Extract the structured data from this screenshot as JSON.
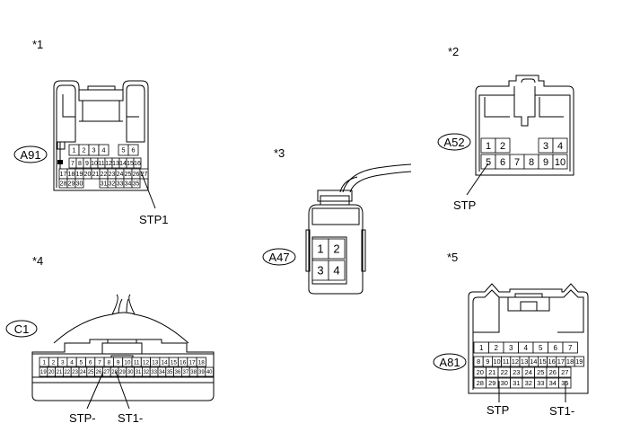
{
  "markers": [
    "*1",
    "*2",
    "*3",
    "*4",
    "*5"
  ],
  "connectors": [
    {
      "id": "A91",
      "signals": [
        "STP1"
      ]
    },
    {
      "id": "A52",
      "signals": [
        "STP"
      ]
    },
    {
      "id": "A47",
      "signals": []
    },
    {
      "id": "C1",
      "signals": [
        "STP-",
        "ST1-"
      ]
    },
    {
      "id": "A81",
      "signals": [
        "STP",
        "ST1-"
      ]
    }
  ],
  "pins": {
    "A91": [
      [
        "1",
        "2",
        "3",
        "4",
        "",
        "5",
        "6"
      ],
      [
        "7",
        "8",
        "9",
        "10",
        "11",
        "12",
        "13",
        "14",
        "15",
        "16"
      ],
      [
        "17",
        "18",
        "19",
        "20",
        "21",
        "22",
        "23",
        "24",
        "25",
        "26",
        "27"
      ],
      [
        "28",
        "29",
        "30",
        "",
        "",
        "31",
        "32",
        "33",
        "34",
        "35"
      ]
    ],
    "A52": [
      [
        "1",
        "2",
        "",
        "",
        "3",
        "4"
      ],
      [
        "5",
        "6",
        "7",
        "8",
        "9",
        "10"
      ]
    ],
    "A47": [
      [
        "1",
        "2"
      ],
      [
        "3",
        "4"
      ]
    ],
    "C1": [
      [
        "1",
        "2",
        "3",
        "4",
        "5",
        "6",
        "7",
        "8",
        "9",
        "10",
        "11",
        "12",
        "13",
        "14",
        "15",
        "16",
        "17",
        "18"
      ],
      [
        "19",
        "20",
        "21",
        "22",
        "23",
        "24",
        "25",
        "26",
        "27",
        "28",
        "29",
        "30",
        "31",
        "32",
        "33",
        "34",
        "35",
        "36",
        "37",
        "38",
        "39",
        "40"
      ]
    ],
    "A81": [
      [
        "1",
        "2",
        "3",
        "4",
        "5",
        "6",
        "7"
      ],
      [
        "8",
        "9",
        "10",
        "11",
        "12",
        "13",
        "14",
        "15",
        "16",
        "17",
        "18",
        "19"
      ],
      [
        "20",
        "21",
        "22",
        "23",
        "24",
        "25",
        "26",
        "27"
      ],
      [
        "28",
        "29",
        "30",
        "31",
        "32",
        "33",
        "34",
        "35"
      ]
    ]
  }
}
